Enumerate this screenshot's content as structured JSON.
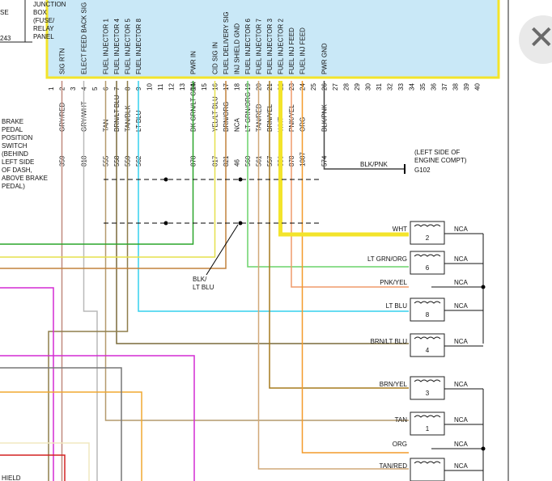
{
  "colors": {
    "module_fill": "#c9e8f7",
    "module_border": "#f3e42b",
    "highlight": "#f3e42b"
  },
  "left_note": {
    "fuse_lines": [
      "JUNCTION",
      "BOX",
      "(FUSE/",
      "RELAY",
      "PANEL"
    ],
    "fuse_prefix_lines": [
      "SE",
      "243"
    ],
    "brake_lines": [
      "BRAKE",
      "PEDAL",
      "POSITION",
      "SWITCH",
      "(BEHIND",
      "LEFT SIDE",
      "OF DASH,",
      "ABOVE BRAKE",
      "PEDAL)"
    ],
    "bottom_fragment": "HIELD"
  },
  "pins": {
    "names": [
      "SIG RTN",
      "ELECT FEED BACK SIG",
      "FUEL INJECTOR 1",
      "FUEL INJECTOR 4",
      "FUEL INJECTOR 5",
      "FUEL INJECTOR 8",
      "PWR IN",
      "CID SIG IN",
      "FUEL DELIVERY SIG",
      "INJ SHIELD GND",
      "FUEL INJECTOR 6",
      "FUEL INJECTOR 7",
      "FUEL INJECTOR 3",
      "FUEL INJECTOR 2",
      "FUEL INJ FEED",
      "FUEL INJ FEED",
      "PWR GND"
    ],
    "numbers": [
      "1",
      "2",
      "3",
      "4",
      "5",
      "6",
      "7",
      "8",
      "9",
      "10",
      "11",
      "12",
      "13",
      "14",
      "15",
      "16",
      "17",
      "18",
      "19",
      "20",
      "21",
      "22",
      "23",
      "24",
      "25",
      "26",
      "27",
      "28",
      "29",
      "30",
      "31",
      "32",
      "33",
      "34",
      "35",
      "36",
      "37",
      "38",
      "39",
      "40"
    ]
  },
  "wires": {
    "colors": [
      "GRY/RED",
      "GRY/WHT",
      "TAN",
      "BRN/LT BLU",
      "TAN/BLK",
      "LT BLU",
      "DK GRN/LT GRN",
      "YEL/LT BLU",
      "BRN/ORG",
      "NCA",
      "LT GRN/ORG",
      "TAN/RED",
      "BRN/YEL",
      "WHT",
      "PNK/YEL",
      "ORG",
      "BLK/PNK"
    ],
    "circuits": [
      "359",
      "818",
      "555",
      "558",
      "559",
      "562",
      "878",
      "817",
      "821",
      "46",
      "560",
      "561",
      "557",
      "556",
      "878",
      "1087",
      "574"
    ]
  },
  "ground": {
    "wire_label": "BLK/PNK",
    "location_lines": [
      "(LEFT SIDE OF",
      "ENGINE COMPT)"
    ],
    "id": "G102"
  },
  "callout_lines": [
    "BLK/",
    "LT BLU"
  ],
  "injectors": [
    {
      "label": "WHT",
      "num": "2",
      "right": "NCA"
    },
    {
      "label": "LT GRN/ORG",
      "num": "6",
      "right": "NCA"
    },
    {
      "label": "LT BLU",
      "num": "8",
      "right": "NCA"
    },
    {
      "label": "BRN/LT BLU",
      "num": "4",
      "right": "NCA"
    },
    {
      "label": "BRN/YEL",
      "num": "3",
      "right": "NCA"
    },
    {
      "label": "TAN",
      "num": "1",
      "right": "NCA"
    },
    {
      "label": "TAN/RED",
      "num": "",
      "right": "NCA"
    }
  ],
  "feeds": [
    {
      "label": "PNK/YEL",
      "right": "NCA"
    },
    {
      "label": "ORG",
      "right": "NCA"
    }
  ],
  "close_glyph": "✕"
}
